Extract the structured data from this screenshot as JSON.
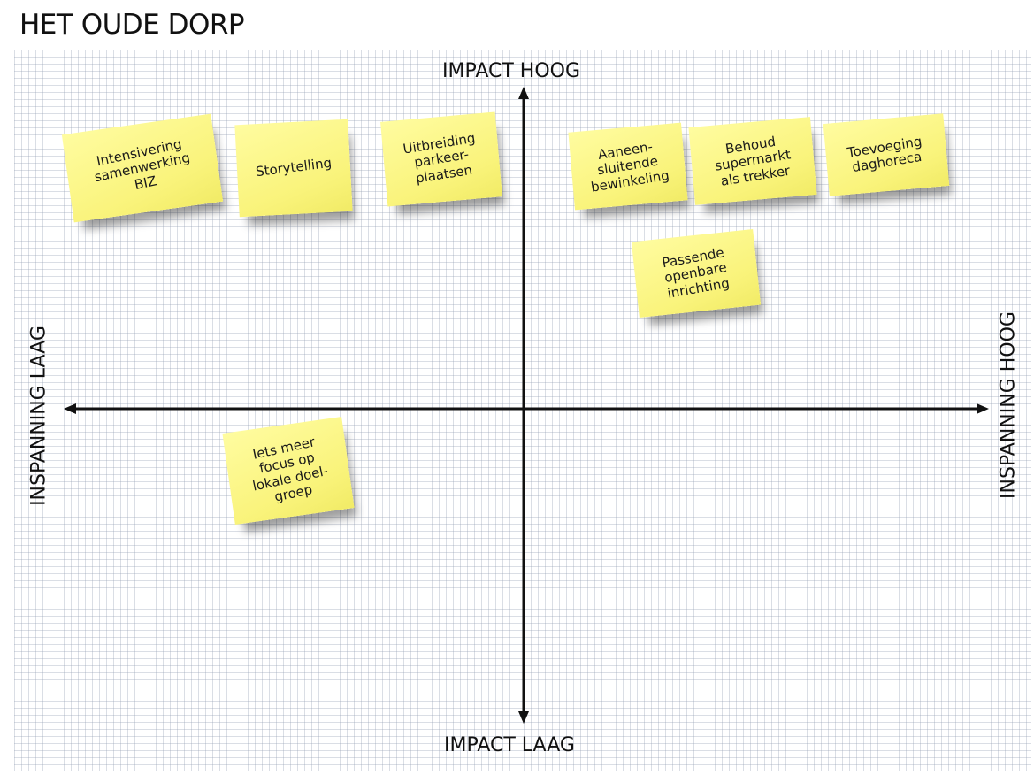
{
  "title": "HET OUDE DORP",
  "axes": {
    "top": "IMPACT HOOG",
    "bottom": "IMPACT LAAG",
    "left": "INSPANNING LAAG",
    "right": "INSPANNING HOOG"
  },
  "notes": {
    "n1": "Intensivering\nsamenwerking\nBIZ",
    "n2": "Storytelling",
    "n3": "Uitbreiding\nparkeer-\nplaatsen",
    "n4": "Aaneen-\nsluitende\nbewinkeling",
    "n5": "Behoud\nsupermarkt\nals trekker",
    "n6": "Toevoeging\ndaghoreca",
    "n7": "Passende\nopenbare\ninrichting",
    "n8": "Iets meer\nfocus op\nlokale doel-\ngroep"
  },
  "colors": {
    "note": "#f9f37a",
    "axis": "#111111",
    "grid": "#a0aabf"
  }
}
